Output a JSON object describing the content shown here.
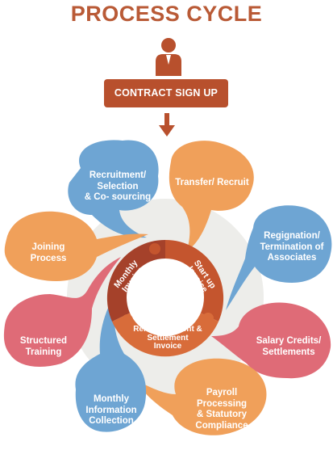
{
  "title": "PROCESS CYCLE",
  "contract_label": "CONTRACT SIGN UP",
  "colors": {
    "title": "#b95a36",
    "brand": "#b8502d",
    "blue": "#6ea5d3",
    "orange": "#f0a05a",
    "pink": "#df6b77",
    "puzzle_dark": "#a5412a",
    "puzzle_mid": "#c4552e",
    "puzzle_light": "#d86c3a"
  },
  "stages": [
    {
      "label": "Recruitment/\nSelection\n& Co- sourcing",
      "color": "blue"
    },
    {
      "label": "Transfer/ Recruit",
      "color": "orange"
    },
    {
      "label": "Regignation/\nTermination of\nAssociates",
      "color": "blue"
    },
    {
      "label": "Salary Credits/\nSettlements",
      "color": "pink"
    },
    {
      "label": "Payroll\nProcessing\n& Statutory\nCompliance",
      "color": "orange"
    },
    {
      "label": "Monthly\nInformation\nCollection",
      "color": "blue"
    },
    {
      "label": "Structured\nTraining",
      "color": "pink"
    },
    {
      "label": "Joining\nProcess",
      "color": "orange"
    }
  ],
  "puzzle": {
    "monthly": "Monthly\nInvoice",
    "startup": "Start up\nInvoice",
    "reimbursement": "Reimbursement &\nSettlement\nInvoice"
  }
}
